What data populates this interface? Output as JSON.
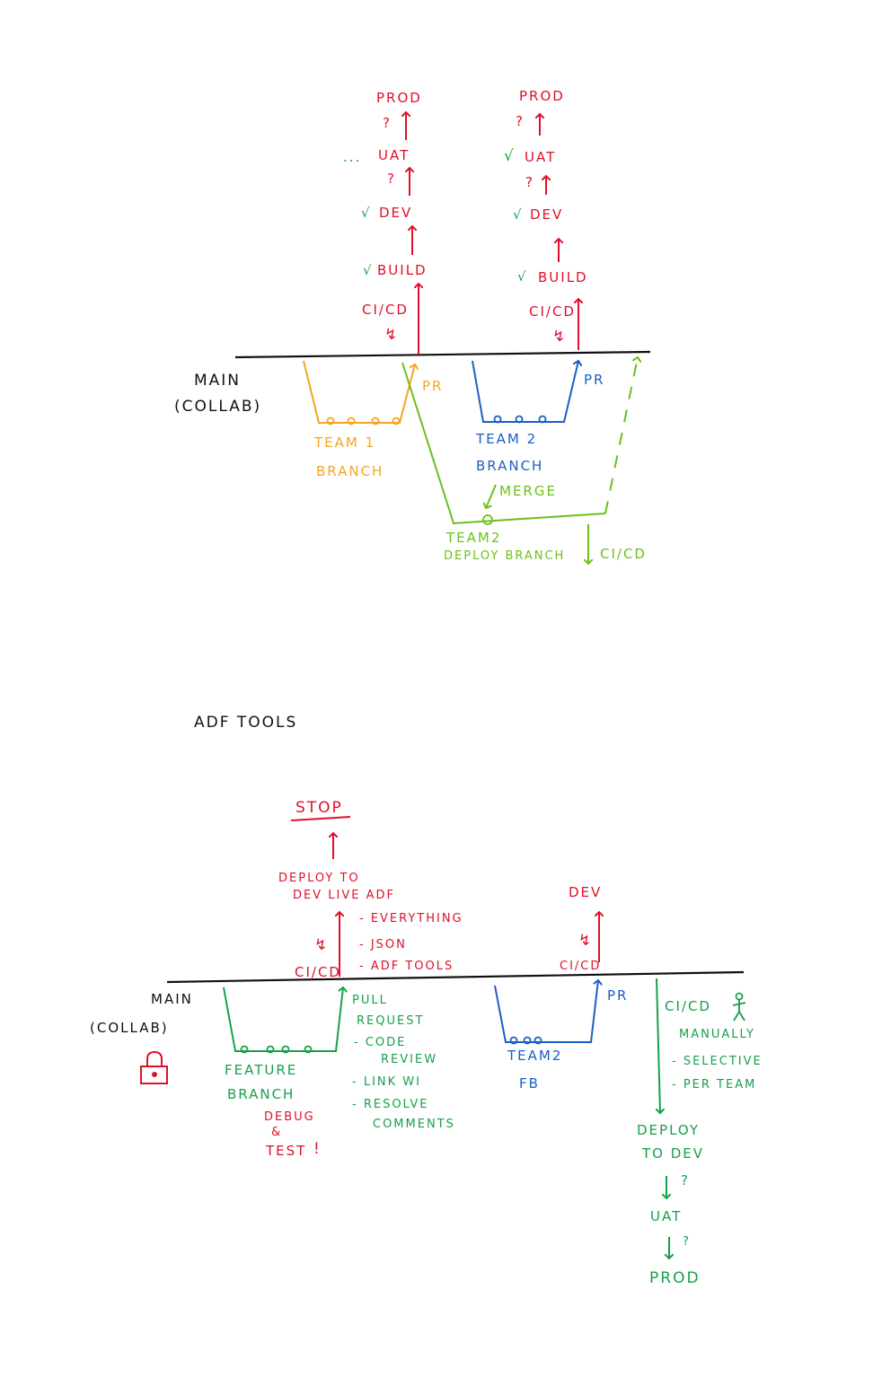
{
  "colors": {
    "prod_path": "#e0102a",
    "green_notes": "#17a04a",
    "deploy_branch": "#6cbf1a",
    "team2": "#1a5fc4",
    "team1": "#f2a623",
    "ink": "#111111"
  },
  "top": {
    "main": "MAIN",
    "collab": "(COLLAB)",
    "left_chain": {
      "prod": "PROD",
      "q1": "?",
      "uat_dots": "...",
      "uat": "UAT",
      "q2": "?",
      "dev_check": "√",
      "dev": "DEV",
      "build_check": "√",
      "build": "BUILD",
      "cicd": "CI/CD",
      "bolt": "↯"
    },
    "right_chain": {
      "prod": "PROD",
      "q1": "?",
      "uat_check": "√",
      "uat": "UAT",
      "q2": "?",
      "dev_check": "√",
      "dev": "DEV",
      "build_check": "√",
      "build": "BUILD",
      "cicd": "CI/CD",
      "bolt": "↯"
    },
    "team1_pr": "PR",
    "team2_pr": "PR",
    "team1_line1": "TEAM 1",
    "team1_line2": "BRANCH",
    "team2_line1": "TEAM 2",
    "team2_line2": "BRANCH",
    "merge": "MERGE",
    "deploy_line1": "TEAM2",
    "deploy_line2": "DEPLOY BRANCH",
    "deploy_cicd": "CI/CD"
  },
  "title": "ADF TOOLS",
  "bottom": {
    "main": "MAIN",
    "collab": "(COLLAB)",
    "lock_icon": "padlock",
    "stop": "STOP",
    "deploy_line1": "DEPLOY TO",
    "deploy_line2": "DEV LIVE ADF",
    "notes": [
      "- EVERYTHING",
      "- JSON",
      "- ADF TOOLS"
    ],
    "cicd_left": "CI/CD",
    "bolt": "↯",
    "dev": "DEV",
    "cicd_mid": "CI/CD",
    "pr": "PR",
    "feature_line1": "FEATURE",
    "feature_line2": "BRANCH",
    "debug": "DEBUG",
    "amp": "&",
    "test": "TEST",
    "bang": "!",
    "pull_request": [
      "PULL",
      "REQUEST"
    ],
    "pr_steps": [
      "- CODE",
      "REVIEW",
      "- LINK WI",
      "- RESOLVE",
      "COMMENTS"
    ],
    "team2_fb_line1": "TEAM2",
    "team2_fb_line2": "FB",
    "cicd_right": "CI/CD",
    "person_icon": "stick-figure",
    "cicd_notes": [
      "MANUALLY",
      "- SELECTIVE",
      "- PER TEAM"
    ],
    "deploy_dev_line1": "DEPLOY",
    "deploy_dev_line2": "TO DEV",
    "q1": "?",
    "uat": "UAT",
    "q2": "?",
    "prod": "PROD"
  }
}
